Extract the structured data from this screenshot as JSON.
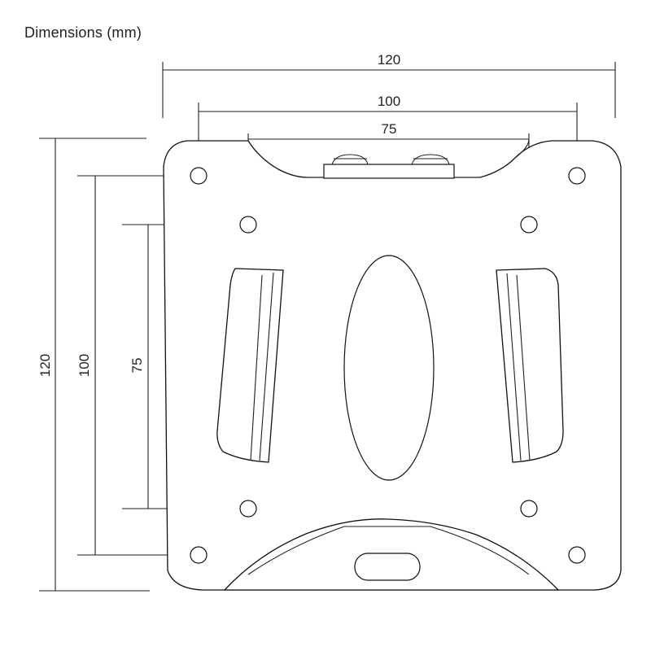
{
  "title": "Dimensions (mm)",
  "dimensions": {
    "horizontal": {
      "outer": "120",
      "middle": "100",
      "inner": "75"
    },
    "vertical": {
      "outer": "120",
      "middle": "100",
      "inner": "75"
    }
  },
  "colors": {
    "line": "#1f1f1f",
    "text": "#222222",
    "background": "#ffffff"
  }
}
